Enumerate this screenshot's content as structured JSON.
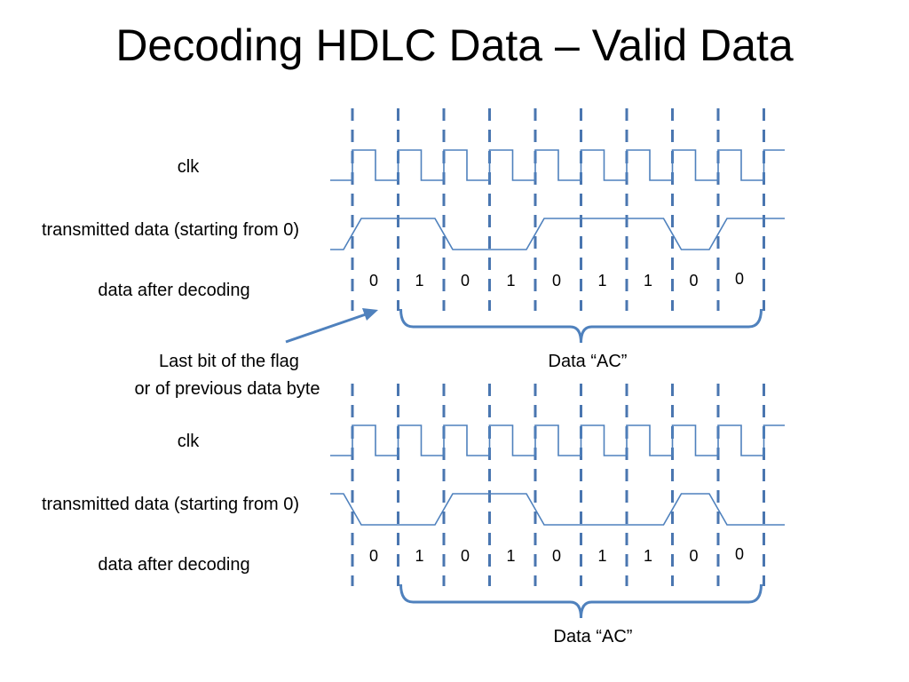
{
  "title": "Decoding HDLC Data – Valid Data",
  "colors": {
    "signal": "#4f81bd",
    "guide": "#4a76b0",
    "text": "#000000"
  },
  "annotation": {
    "line1": "Last bit of the flag",
    "line2": "or of previous data byte"
  },
  "diagrams": [
    {
      "clk_label": "clk",
      "tx_label": "transmitted data (starting from 0)",
      "decoded_label": "data  after decoding",
      "start_level": 0,
      "bits": [
        "0",
        "1",
        "0",
        "1",
        "0",
        "1",
        "1",
        "0",
        "0"
      ],
      "brace_label": "Data “AC”"
    },
    {
      "clk_label": "clk",
      "tx_label": "transmitted data (starting from 0)",
      "decoded_label": "data  after decoding",
      "start_level": 1,
      "bits": [
        "0",
        "1",
        "0",
        "1",
        "0",
        "1",
        "1",
        "0",
        "0"
      ],
      "brace_label": "Data “AC”"
    }
  ]
}
